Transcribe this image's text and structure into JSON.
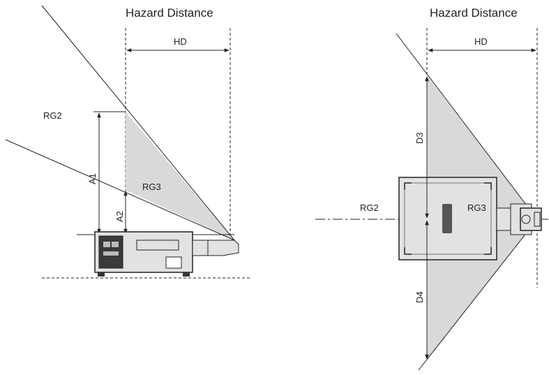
{
  "side_view": {
    "title": "Hazard Distance",
    "hd_label": "HD",
    "rg2_label": "RG2",
    "rg3_label": "RG3",
    "a1_label": "A1",
    "a2_label": "A2"
  },
  "top_view": {
    "title": "Hazard Distance",
    "hd_label": "HD",
    "rg2_label": "RG2",
    "rg3_label": "RG3",
    "d3_label": "D3",
    "d4_label": "D4"
  },
  "colors": {
    "line": "#222222",
    "hazard_fill": "#d9d9d9",
    "projector_fill": "#e2e2e2",
    "projector_dark": "#333333"
  }
}
